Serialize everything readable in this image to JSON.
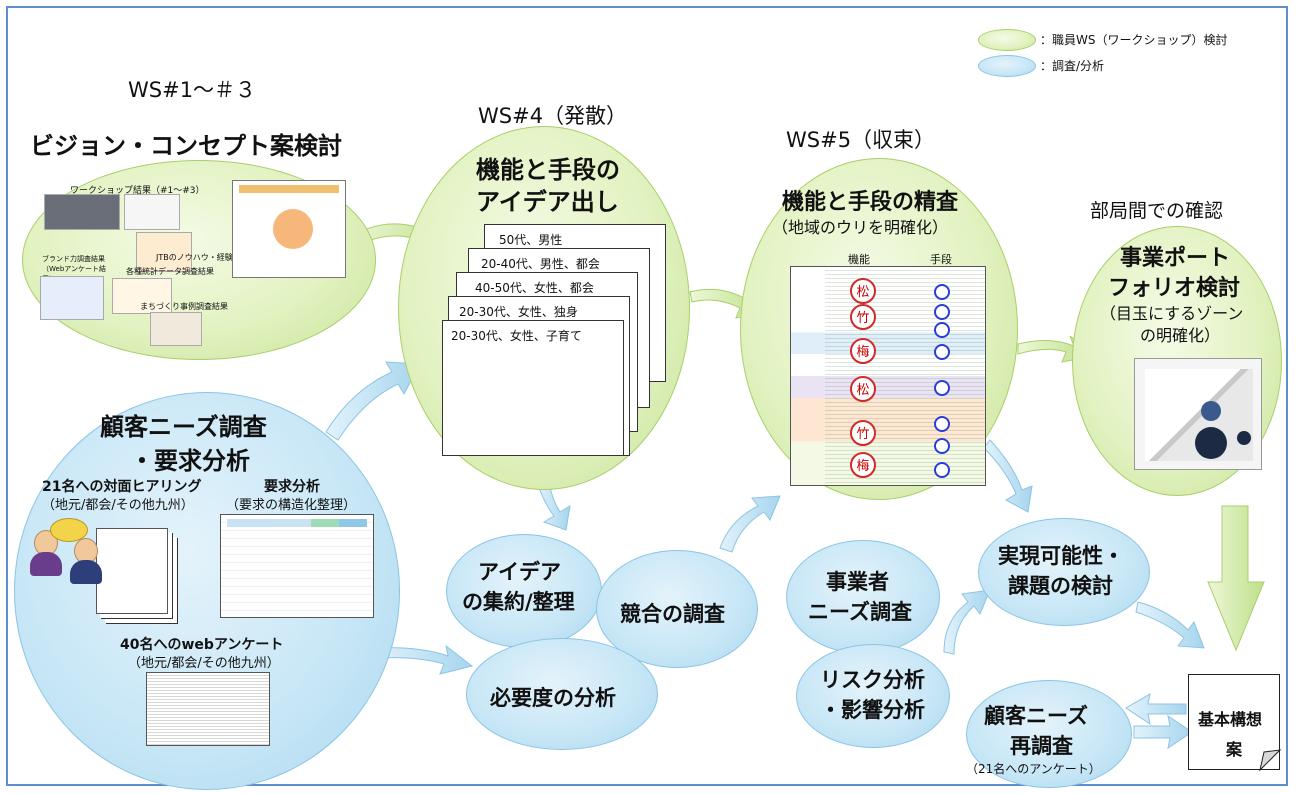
{
  "legend": {
    "green_label": "：職員WS（ワークショップ）検討",
    "blue_label": "：調査/分析"
  },
  "ws13": {
    "header": "WS#1〜＃３",
    "title": "ビジョン・コンセプト案検討",
    "thumb1": "ワークショップ結果（#1〜#3）",
    "thumb2": "ブランド力調査結果（Webアンケート結果）",
    "thumb3": "JTBのノウハウ・経験",
    "thumb4": "各種統計データ調査結果",
    "thumb5": "まちづくり事例調査結果"
  },
  "ws4": {
    "header": "WS#4（発散）",
    "title_line1": "機能と手段の",
    "title_line2": "アイデア出し",
    "cards": [
      "50代、男性",
      "20-40代、男性、都会",
      "40-50代、女性、都会",
      "20-30代、女性、独身",
      "20-30代、女性、子育て"
    ]
  },
  "ws5": {
    "header": "WS#5（収束）",
    "title": "機能と手段の精査",
    "subtitle": "（地域のウリを明確化）",
    "col_function": "機能",
    "col_means": "手段",
    "marks": [
      "松",
      "竹",
      "梅",
      "松",
      "竹",
      "梅"
    ]
  },
  "portfolio": {
    "header": "部局間での確認",
    "title_line1": "事業ポート",
    "title_line2": "フォリオ検討",
    "sub_line1": "（目玉にするゾーン",
    "sub_line2": "の明確化）"
  },
  "customer": {
    "title_line1": "顧客ニーズ調査",
    "title_line2": "・要求分析",
    "hearing_title": "21名への対面ヒアリング",
    "hearing_sub": "（地元/都会/その他九州）",
    "analysis_title": "要求分析",
    "analysis_sub": "（要求の構造化整理）",
    "web_title": "40名へのwebアンケート",
    "web_sub": "（地元/都会/その他九州）"
  },
  "bubbles": {
    "idea_line1": "アイデア",
    "idea_line2": "の集約/整理",
    "competition": "競合の調査",
    "necessity": "必要度の分析",
    "operator_line1": "事業者",
    "operator_line2": "ニーズ調査",
    "risk_line1": "リスク分析",
    "risk_line2": "・影響分析",
    "feasibility_line1": "実現可能性・",
    "feasibility_line2": "課題の検討",
    "recheck_line1": "顧客ニーズ",
    "recheck_line2": "再調査",
    "recheck_sub": "（21名へのアンケート）"
  },
  "final": {
    "line1": "基本構想",
    "line2": "案"
  },
  "colors": {
    "green": "#c7e397",
    "blue": "#a9d7ee",
    "frame": "#5b8fcf",
    "mark_red": "#d12a2a",
    "mark_blue": "#2a3fd1"
  }
}
